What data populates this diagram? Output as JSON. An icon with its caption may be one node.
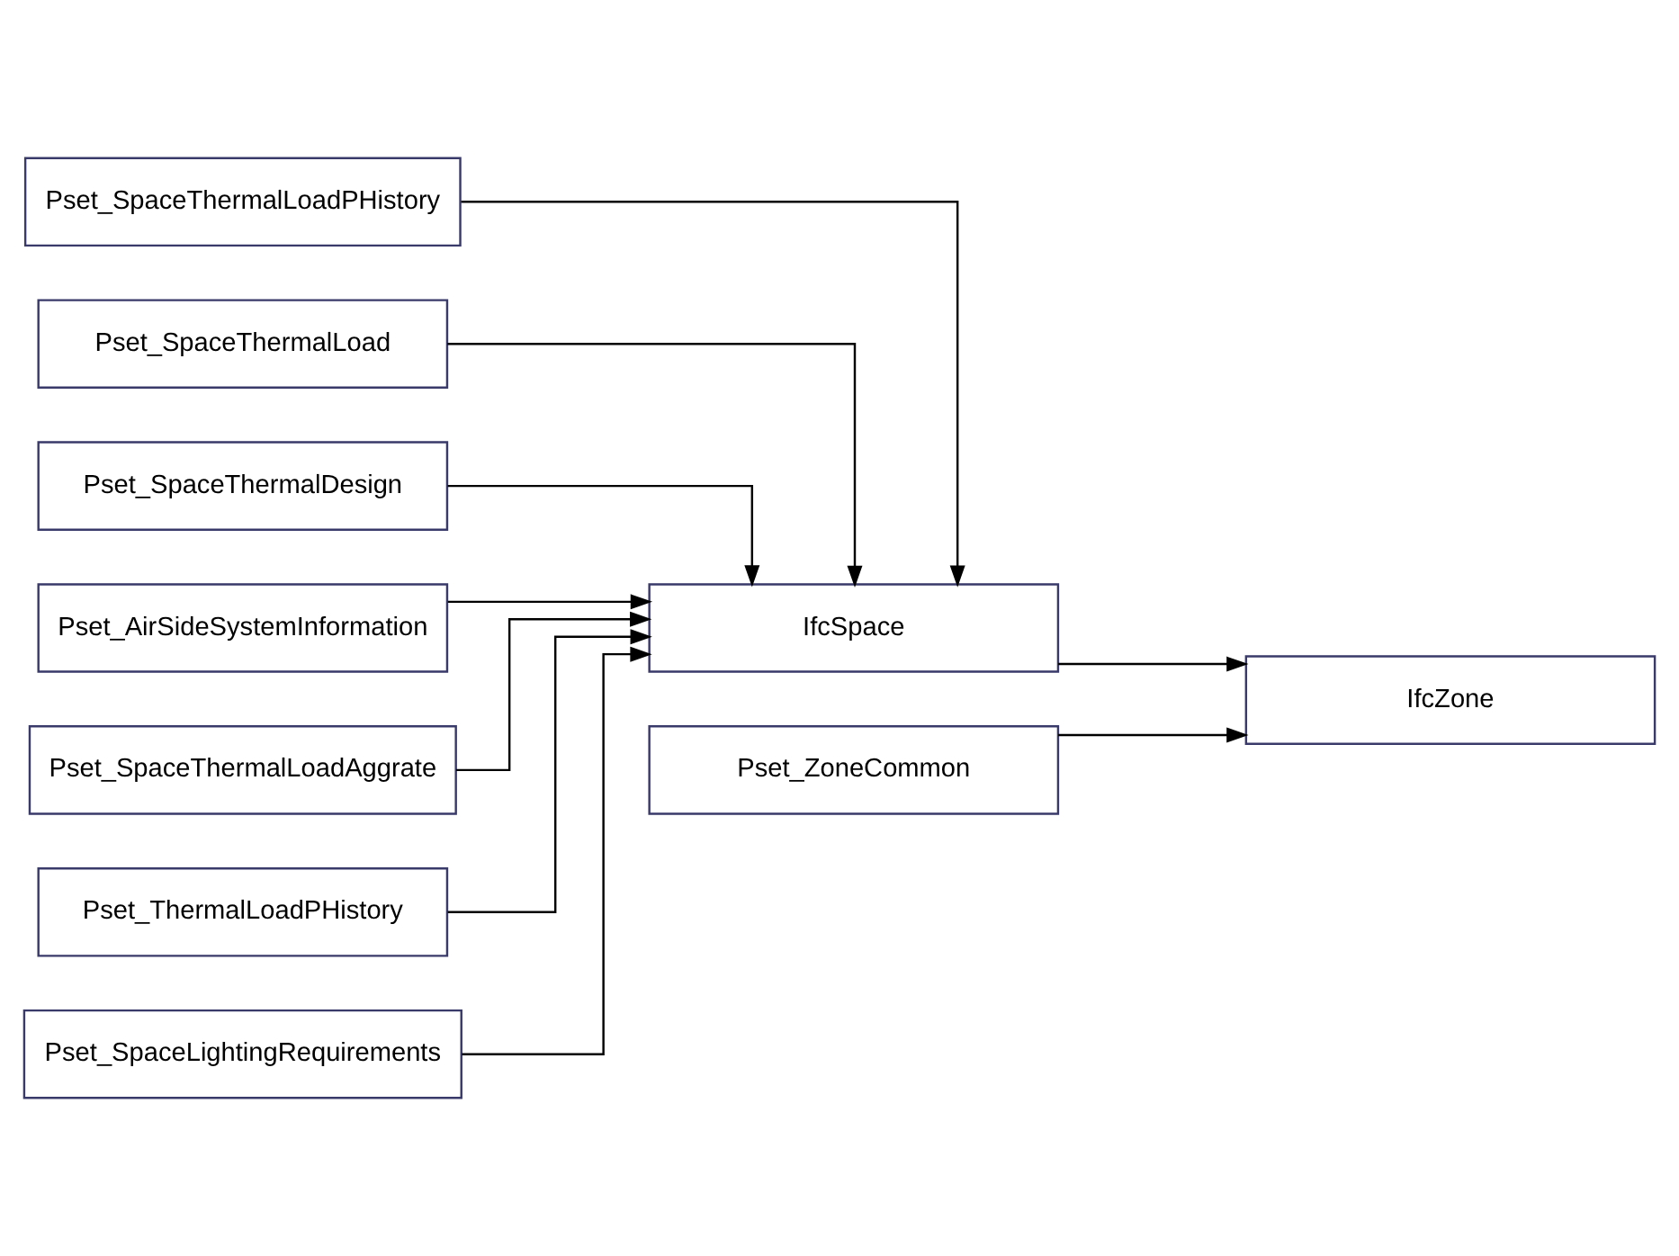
{
  "diagram": {
    "nodes": [
      {
        "text": [
          "Pset_SpaceThermalLoadPHistory"
        ]
      },
      {
        "text": [
          "Pset_SpaceThermalLoad"
        ]
      },
      {
        "text": [
          "Pset_SpaceThermalDesign"
        ]
      },
      {
        "text": [
          "Pset_AirSideSystemInformation"
        ]
      },
      {
        "text": [
          "Pset_SpaceThermalLoadAggrate"
        ]
      },
      {
        "text": [
          "Pset_ThermalLoadPHistory"
        ]
      },
      {
        "text": [
          "Pset_SpaceLightingRequirements"
        ]
      },
      {
        "text": [
          "IfcSpace"
        ]
      },
      {
        "text": [
          "Pset_ZoneCommon"
        ]
      },
      {
        "text": [
          "IfcZone"
        ]
      }
    ],
    "edges": [
      {
        "from": 0,
        "to": 7,
        "arrow": "to"
      },
      {
        "from": 1,
        "to": 7,
        "arrow": "to"
      },
      {
        "from": 2,
        "to": 7,
        "arrow": "to"
      },
      {
        "from": 3,
        "to": 7,
        "arrow": "to"
      },
      {
        "from": 4,
        "to": 7,
        "arrow": "to"
      },
      {
        "from": 5,
        "to": 7,
        "arrow": "to"
      },
      {
        "from": 6,
        "to": 7,
        "arrow": "to"
      },
      {
        "from": 7,
        "to": 9,
        "arrow": "to"
      },
      {
        "from": 8,
        "to": 9,
        "arrow": "to"
      }
    ]
  }
}
